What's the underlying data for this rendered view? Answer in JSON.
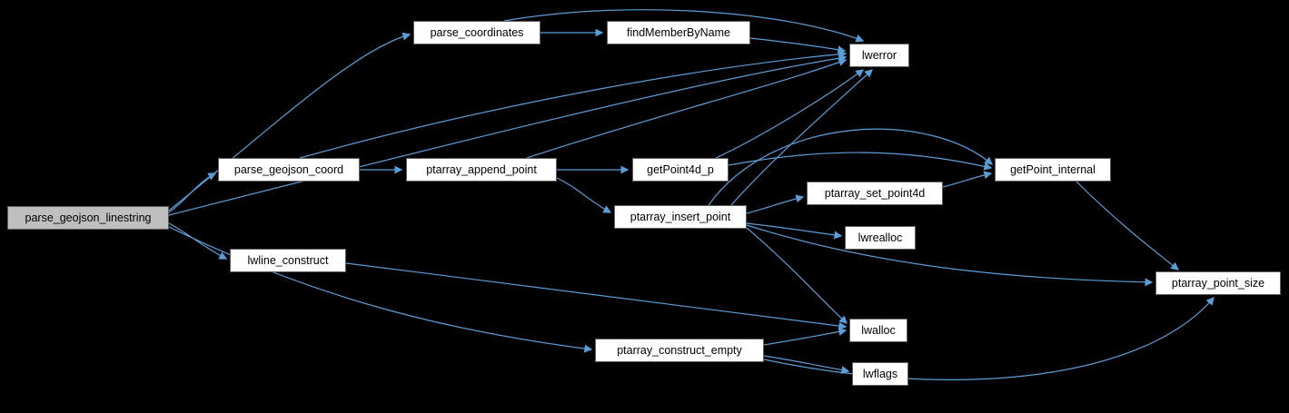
{
  "diagram": {
    "type": "call-graph",
    "current_function": "parse_geojson_linestring",
    "nodes": [
      {
        "id": "parse_geojson_linestring",
        "label": "parse_geojson_linestring",
        "highlighted": true
      },
      {
        "id": "parse_coordinates",
        "label": "parse_coordinates",
        "highlighted": false
      },
      {
        "id": "findMemberByName",
        "label": "findMemberByName",
        "highlighted": false
      },
      {
        "id": "lwerror",
        "label": "lwerror",
        "highlighted": false
      },
      {
        "id": "parse_geojson_coord",
        "label": "parse_geojson_coord",
        "highlighted": false
      },
      {
        "id": "ptarray_append_point",
        "label": "ptarray_append_point",
        "highlighted": false
      },
      {
        "id": "getPoint4d_p",
        "label": "getPoint4d_p",
        "highlighted": false
      },
      {
        "id": "ptarray_insert_point",
        "label": "ptarray_insert_point",
        "highlighted": false
      },
      {
        "id": "ptarray_set_point4d",
        "label": "ptarray_set_point4d",
        "highlighted": false
      },
      {
        "id": "lwrealloc",
        "label": "lwrealloc",
        "highlighted": false
      },
      {
        "id": "getPoint_internal",
        "label": "getPoint_internal",
        "highlighted": false
      },
      {
        "id": "lwline_construct",
        "label": "lwline_construct",
        "highlighted": false
      },
      {
        "id": "ptarray_point_size",
        "label": "ptarray_point_size",
        "highlighted": false
      },
      {
        "id": "lwalloc",
        "label": "lwalloc",
        "highlighted": false
      },
      {
        "id": "ptarray_construct_empty",
        "label": "ptarray_construct_empty",
        "highlighted": false
      },
      {
        "id": "lwflags",
        "label": "lwflags",
        "highlighted": false
      }
    ],
    "edges": [
      {
        "from": "parse_geojson_linestring",
        "to": "parse_coordinates"
      },
      {
        "from": "parse_geojson_linestring",
        "to": "parse_geojson_coord"
      },
      {
        "from": "parse_geojson_linestring",
        "to": "lwerror"
      },
      {
        "from": "parse_geojson_linestring",
        "to": "lwline_construct"
      },
      {
        "from": "parse_geojson_linestring",
        "to": "ptarray_construct_empty"
      },
      {
        "from": "parse_coordinates",
        "to": "findMemberByName"
      },
      {
        "from": "parse_coordinates",
        "to": "lwerror"
      },
      {
        "from": "findMemberByName",
        "to": "lwerror"
      },
      {
        "from": "parse_geojson_coord",
        "to": "ptarray_append_point"
      },
      {
        "from": "parse_geojson_coord",
        "to": "lwerror"
      },
      {
        "from": "ptarray_append_point",
        "to": "getPoint4d_p"
      },
      {
        "from": "ptarray_append_point",
        "to": "lwerror"
      },
      {
        "from": "ptarray_append_point",
        "to": "ptarray_insert_point"
      },
      {
        "from": "getPoint4d_p",
        "to": "lwerror"
      },
      {
        "from": "getPoint4d_p",
        "to": "getPoint_internal"
      },
      {
        "from": "ptarray_insert_point",
        "to": "lwerror"
      },
      {
        "from": "ptarray_insert_point",
        "to": "ptarray_set_point4d"
      },
      {
        "from": "ptarray_insert_point",
        "to": "lwrealloc"
      },
      {
        "from": "ptarray_insert_point",
        "to": "getPoint_internal"
      },
      {
        "from": "ptarray_insert_point",
        "to": "lwalloc"
      },
      {
        "from": "ptarray_insert_point",
        "to": "ptarray_point_size"
      },
      {
        "from": "ptarray_set_point4d",
        "to": "getPoint_internal"
      },
      {
        "from": "getPoint_internal",
        "to": "ptarray_point_size"
      },
      {
        "from": "lwline_construct",
        "to": "lwalloc"
      },
      {
        "from": "ptarray_construct_empty",
        "to": "lwalloc"
      },
      {
        "from": "ptarray_construct_empty",
        "to": "lwflags"
      },
      {
        "from": "ptarray_construct_empty",
        "to": "ptarray_point_size"
      }
    ]
  },
  "colors": {
    "background": "#000000",
    "edge": "#5b9ed7",
    "node_fill": "#ffffff",
    "node_border": "#5f5f5f",
    "highlight_fill": "#bfbfbf",
    "text": "#000000"
  }
}
